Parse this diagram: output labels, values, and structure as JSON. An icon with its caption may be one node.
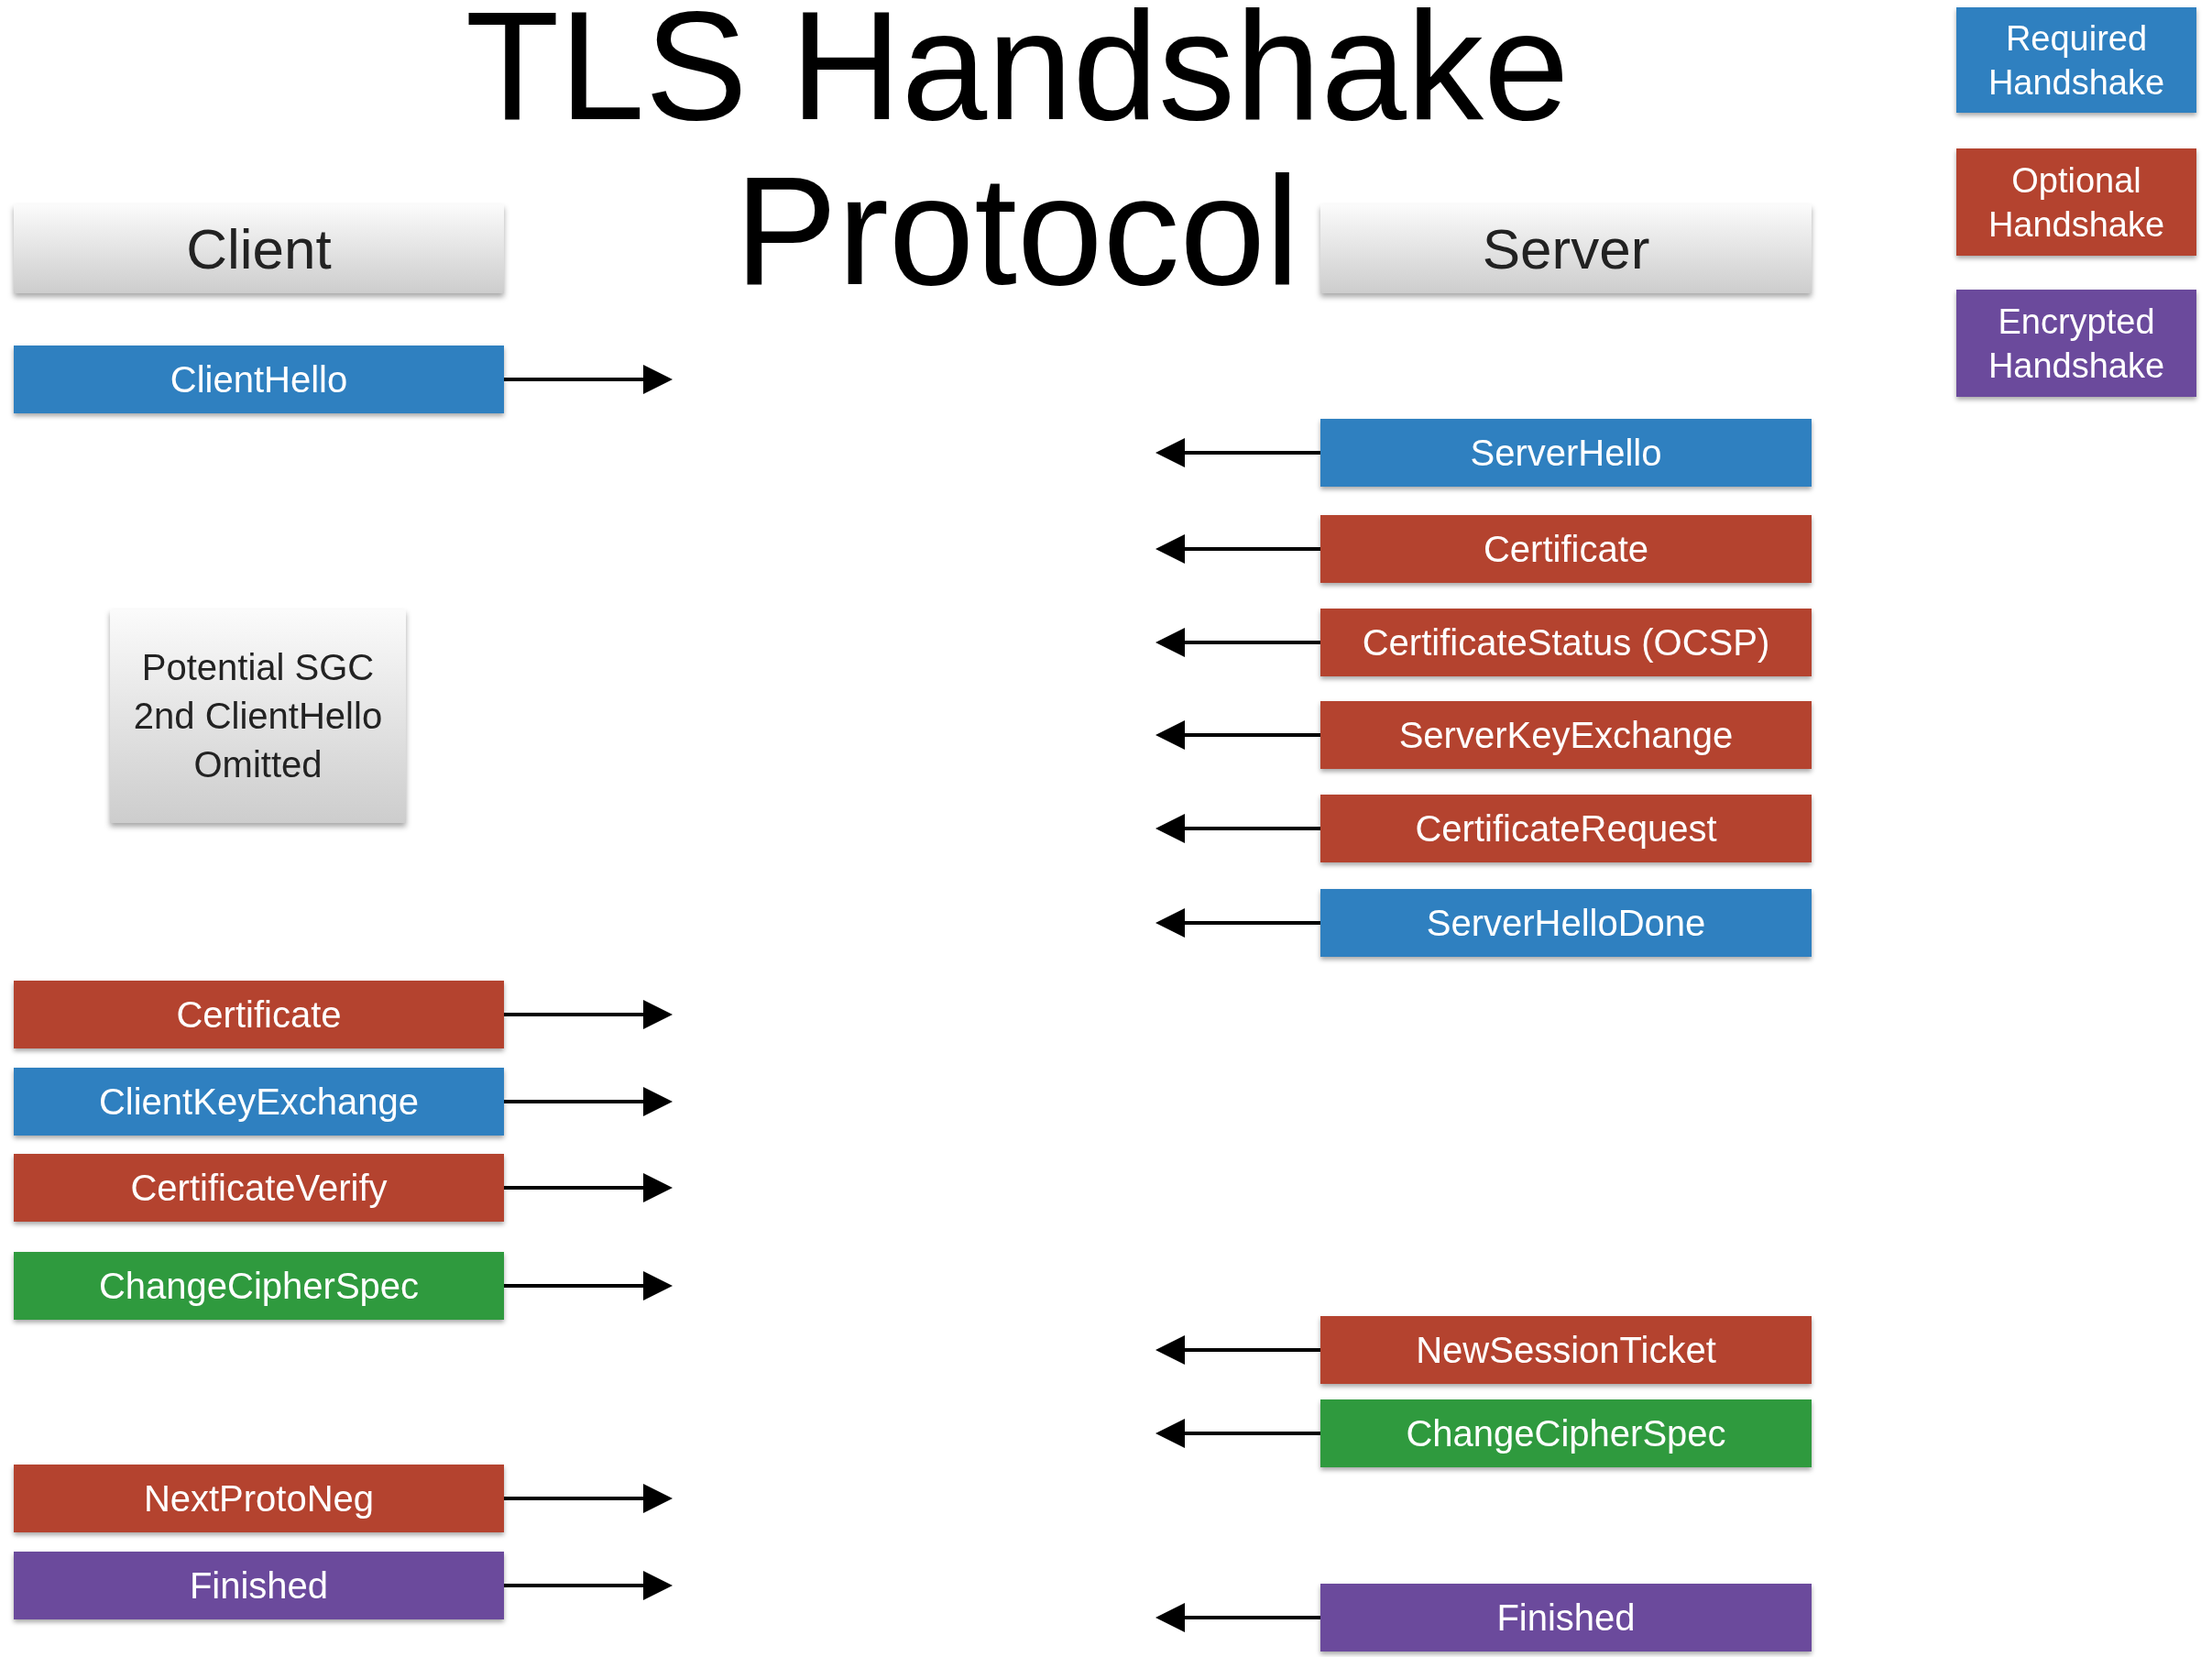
{
  "diagram": {
    "title": "TLS Handshake Protocol",
    "nodes": [
      {
        "text": [
          "Client"
        ]
      },
      {
        "text": [
          "Server"
        ]
      },
      {
        "text": [
          "ClientHello"
        ]
      },
      {
        "text": [
          "ServerHello"
        ]
      },
      {
        "text": [
          "Certificate"
        ]
      },
      {
        "text": [
          "CertificateStatus (OCSP)"
        ]
      },
      {
        "text": [
          "ServerKeyExchange"
        ]
      },
      {
        "text": [
          "Potential SGC 2nd ClientHello Omitted"
        ]
      },
      {
        "text": [
          "CertificateRequest"
        ]
      },
      {
        "text": [
          "ServerHelloDone"
        ]
      },
      {
        "text": [
          "Certificate"
        ]
      },
      {
        "text": [
          "ClientKeyExchange"
        ]
      },
      {
        "text": [
          "CertificateVerify"
        ]
      },
      {
        "text": [
          "ChangeCipherSpec"
        ]
      },
      {
        "text": [
          "NewSessionTicket"
        ]
      },
      {
        "text": [
          "ChangeCipherSpec"
        ]
      },
      {
        "text": [
          "NextProtoNeg"
        ]
      },
      {
        "text": [
          "Finished"
        ]
      },
      {
        "text": [
          "Finished"
        ]
      }
    ],
    "edges": [
      {
        "from": 2,
        "to": null,
        "arrow": "to"
      },
      {
        "from": 3,
        "to": null,
        "arrow": "to"
      },
      {
        "from": 4,
        "to": null,
        "arrow": "to"
      },
      {
        "from": 5,
        "to": null,
        "arrow": "to"
      },
      {
        "from": 6,
        "to": null,
        "arrow": "to"
      },
      {
        "from": 8,
        "to": null,
        "arrow": "to"
      },
      {
        "from": 9,
        "to": null,
        "arrow": "to"
      },
      {
        "from": 10,
        "to": null,
        "arrow": "to"
      },
      {
        "from": 11,
        "to": null,
        "arrow": "to"
      },
      {
        "from": 12,
        "to": null,
        "arrow": "to"
      },
      {
        "from": 13,
        "to": null,
        "arrow": "to"
      },
      {
        "from": 14,
        "to": null,
        "arrow": "to"
      },
      {
        "from": 15,
        "to": null,
        "arrow": "to"
      },
      {
        "from": 16,
        "to": null,
        "arrow": "to"
      },
      {
        "from": 17,
        "to": null,
        "arrow": "to"
      },
      {
        "from": 18,
        "to": null,
        "arrow": "to"
      }
    ],
    "legend": [
      {
        "text": "Required Handshake",
        "color": "#2f80c0"
      },
      {
        "text": "Optional Handshake",
        "color": "#b4432f"
      },
      {
        "text": "Encrypted Handshake",
        "color": "#6b4a9c"
      }
    ]
  }
}
